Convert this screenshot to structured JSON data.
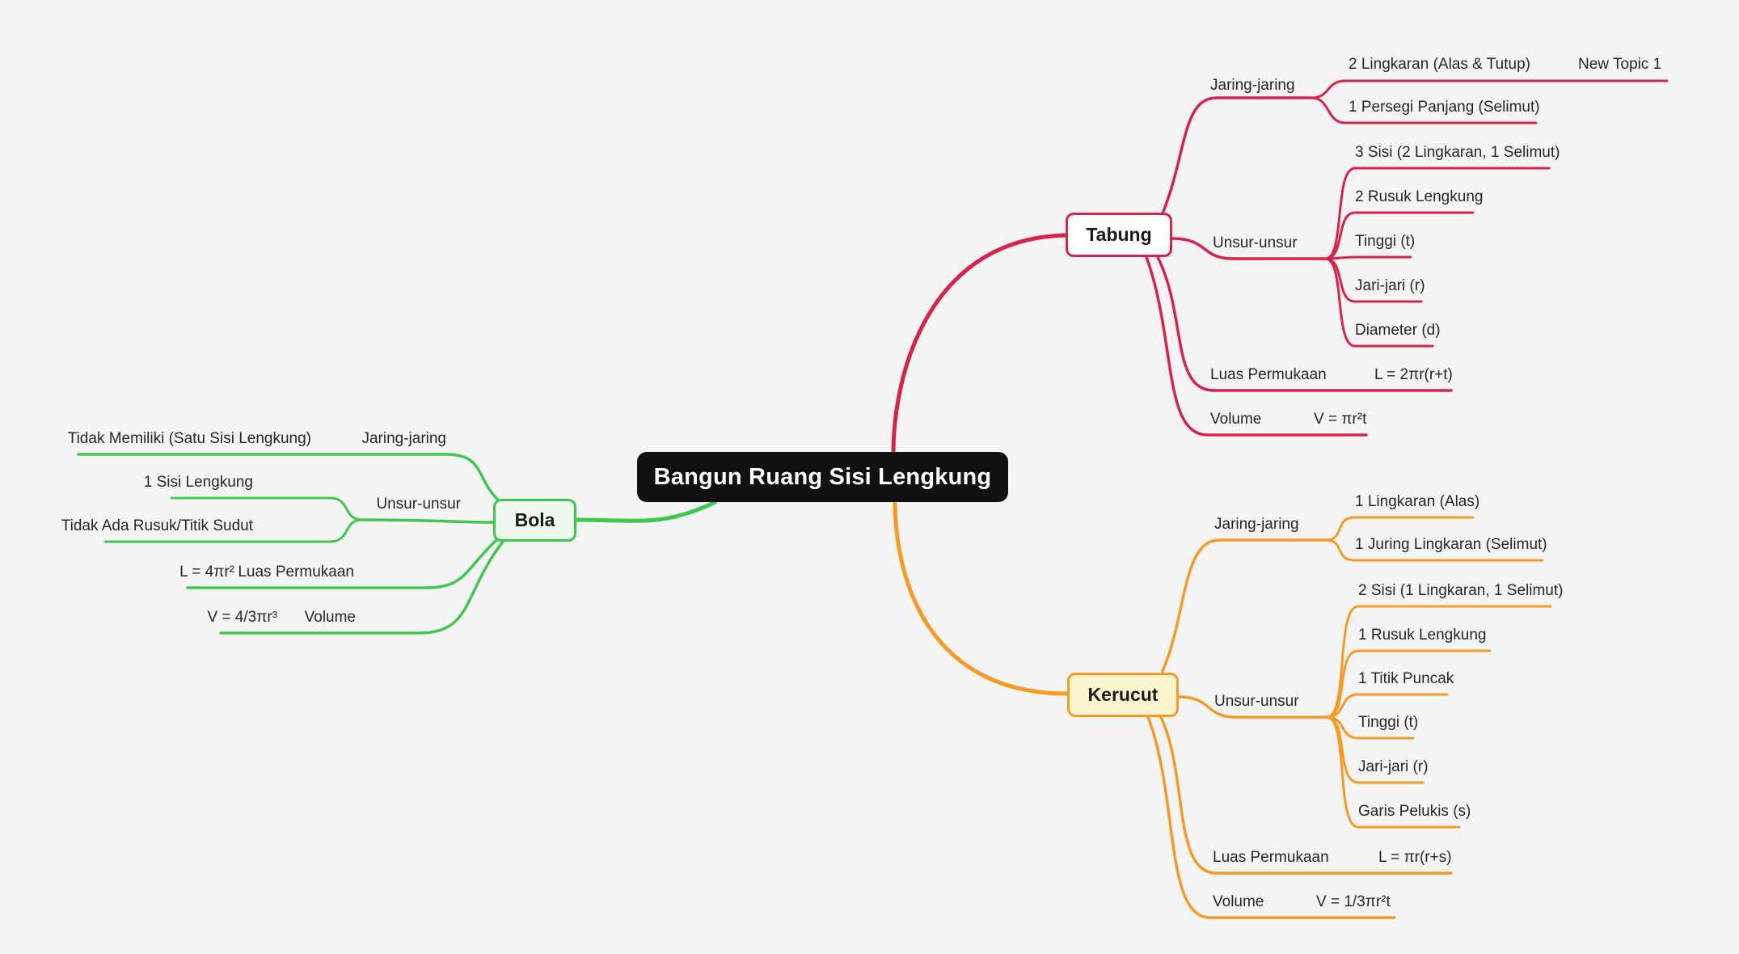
{
  "root": {
    "label": "Bangun Ruang Sisi Lengkung"
  },
  "colors": {
    "background": "#f4f4f5",
    "root_bg": "#111111",
    "root_text": "#ffffff",
    "tabung": "#d6234a",
    "kerucut": "#f59a24",
    "bola": "#3fc84e",
    "kerucut_fill": "#fbf5cf",
    "bola_fill": "#eefaef",
    "tabung_fill": "#ffffff"
  },
  "tabung": {
    "title": "Tabung",
    "jaring": {
      "label": "Jaring-jaring",
      "children": [
        "2 Lingkaran (Alas & Tutup)",
        "1 Persegi Panjang (Selimut)"
      ],
      "grandchild": "New Topic 1"
    },
    "unsur": {
      "label": "Unsur-unsur",
      "children": [
        "3 Sisi (2 Lingkaran, 1 Selimut)",
        "2 Rusuk Lengkung",
        "Tinggi (t)",
        "Jari-jari (r)",
        "Diameter (d)"
      ]
    },
    "luas": {
      "label": "Luas Permukaan",
      "formula": "L = 2πr(r+t)"
    },
    "volume": {
      "label": "Volume",
      "formula": "V = πr²t"
    }
  },
  "kerucut": {
    "title": "Kerucut",
    "jaring": {
      "label": "Jaring-jaring",
      "children": [
        "1 Lingkaran (Alas)",
        "1 Juring Lingkaran (Selimut)"
      ]
    },
    "unsur": {
      "label": "Unsur-unsur",
      "children": [
        "2 Sisi (1 Lingkaran, 1 Selimut)",
        "1 Rusuk Lengkung",
        "1 Titik Puncak",
        "Tinggi (t)",
        "Jari-jari (r)",
        "Garis Pelukis (s)"
      ]
    },
    "luas": {
      "label": "Luas Permukaan",
      "formula": "L = πr(r+s)"
    },
    "volume": {
      "label": "Volume",
      "formula": "V = 1/3πr²t"
    }
  },
  "bola": {
    "title": "Bola",
    "jaring": {
      "label": "Jaring-jaring",
      "children": [
        "Tidak Memiliki (Satu Sisi Lengkung)"
      ]
    },
    "unsur": {
      "label": "Unsur-unsur",
      "children": [
        "1 Sisi Lengkung",
        "Tidak Ada Rusuk/Titik Sudut"
      ]
    },
    "luas": {
      "label": "Luas Permukaan",
      "formula": "L = 4πr²"
    },
    "volume": {
      "label": "Volume",
      "formula": "V = 4/3πr³"
    }
  }
}
